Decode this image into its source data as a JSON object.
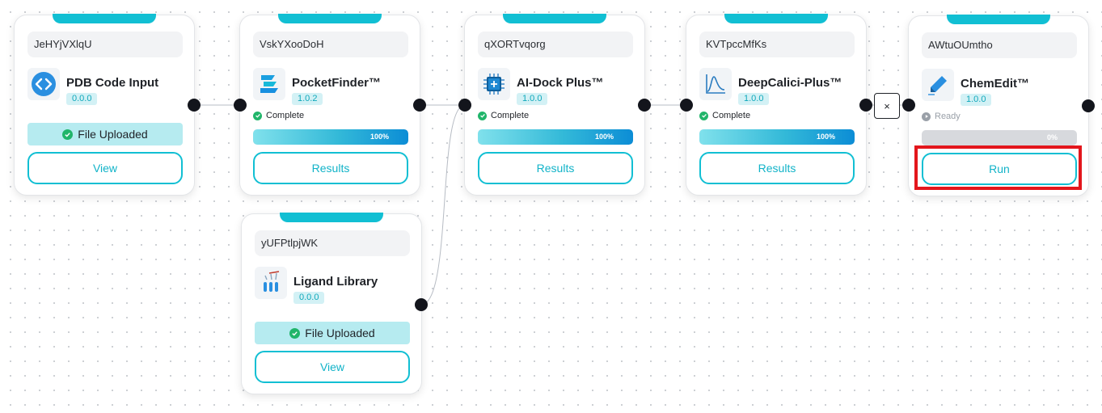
{
  "nodes": [
    {
      "id": "JeHYjVXlqU",
      "name": "PDB Code Input",
      "version": "0.0.0",
      "icon": "code-icon",
      "status": "File Uploaded",
      "button": "View"
    },
    {
      "id": "VskYXooDoH",
      "name": "PocketFinder™",
      "version": "1.0.2",
      "icon": "pocketfinder-icon",
      "status": "Complete",
      "progress_label": "100%",
      "progress": 1.0,
      "button": "Results"
    },
    {
      "id": "qXORTvqorg",
      "name": "AI-Dock Plus™",
      "version": "1.0.0",
      "icon": "chip-icon",
      "status": "Complete",
      "progress_label": "100%",
      "progress": 1.0,
      "button": "Results"
    },
    {
      "id": "KVTpccMfKs",
      "name": "DeepCalici-Plus™",
      "version": "1.0.0",
      "icon": "curve-chart-icon",
      "status": "Complete",
      "progress_label": "100%",
      "progress": 1.0,
      "button": "Results"
    },
    {
      "id": "AWtuOUmtho",
      "name": "ChemEdit™",
      "version": "1.0.0",
      "icon": "pencil-icon",
      "status": "Ready",
      "progress_label": "0%",
      "progress": 0.0,
      "button": "Run"
    },
    {
      "id": "yUFPtlpjWK",
      "name": "Ligand Library",
      "version": "0.0.0",
      "icon": "test-tubes-icon",
      "status": "File Uploaded",
      "button": "View"
    }
  ],
  "edge_delete_label": "×",
  "colors": {
    "accent": "#11bfd3",
    "complete": "#21b56a",
    "ready": "#9aa0a8",
    "highlight": "#e3161c",
    "port": "#13151c"
  }
}
